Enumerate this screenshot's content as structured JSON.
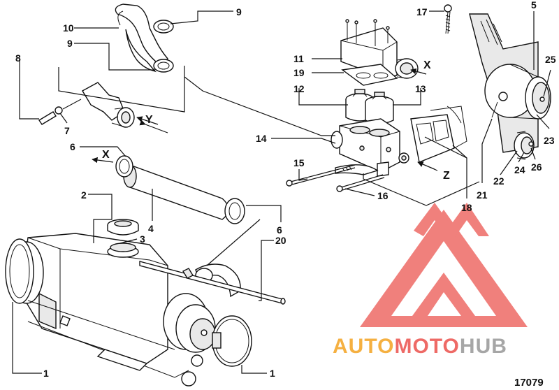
{
  "diagram": {
    "reference_number": "17079",
    "callouts": {
      "c1a": "1",
      "c1b": "1",
      "c2": "2",
      "c3": "3",
      "c4": "4",
      "c5": "5",
      "c6a": "6",
      "c6b": "6",
      "c7": "7",
      "c8": "8",
      "c9a": "9",
      "c9b": "9",
      "c10": "10",
      "c11": "11",
      "c12": "12",
      "c13": "13",
      "c14": "14",
      "c15": "15",
      "c16": "16",
      "c17": "17",
      "c18": "18",
      "c19": "19",
      "c20": "20",
      "c21": "21",
      "c22": "22",
      "c23": "23",
      "c24": "24",
      "c25": "25",
      "c26": "26"
    },
    "flow_arrows": {
      "x_top": "X",
      "x_left": "X",
      "y": "Y",
      "z": "Z"
    }
  },
  "watermark": {
    "brand_part1": "AUTO",
    "brand_part2": "MOTO",
    "brand_part3": "HUB",
    "color_red": "#e8403a",
    "color_orange": "#f5a623",
    "color_gray": "#9a9a9a"
  }
}
